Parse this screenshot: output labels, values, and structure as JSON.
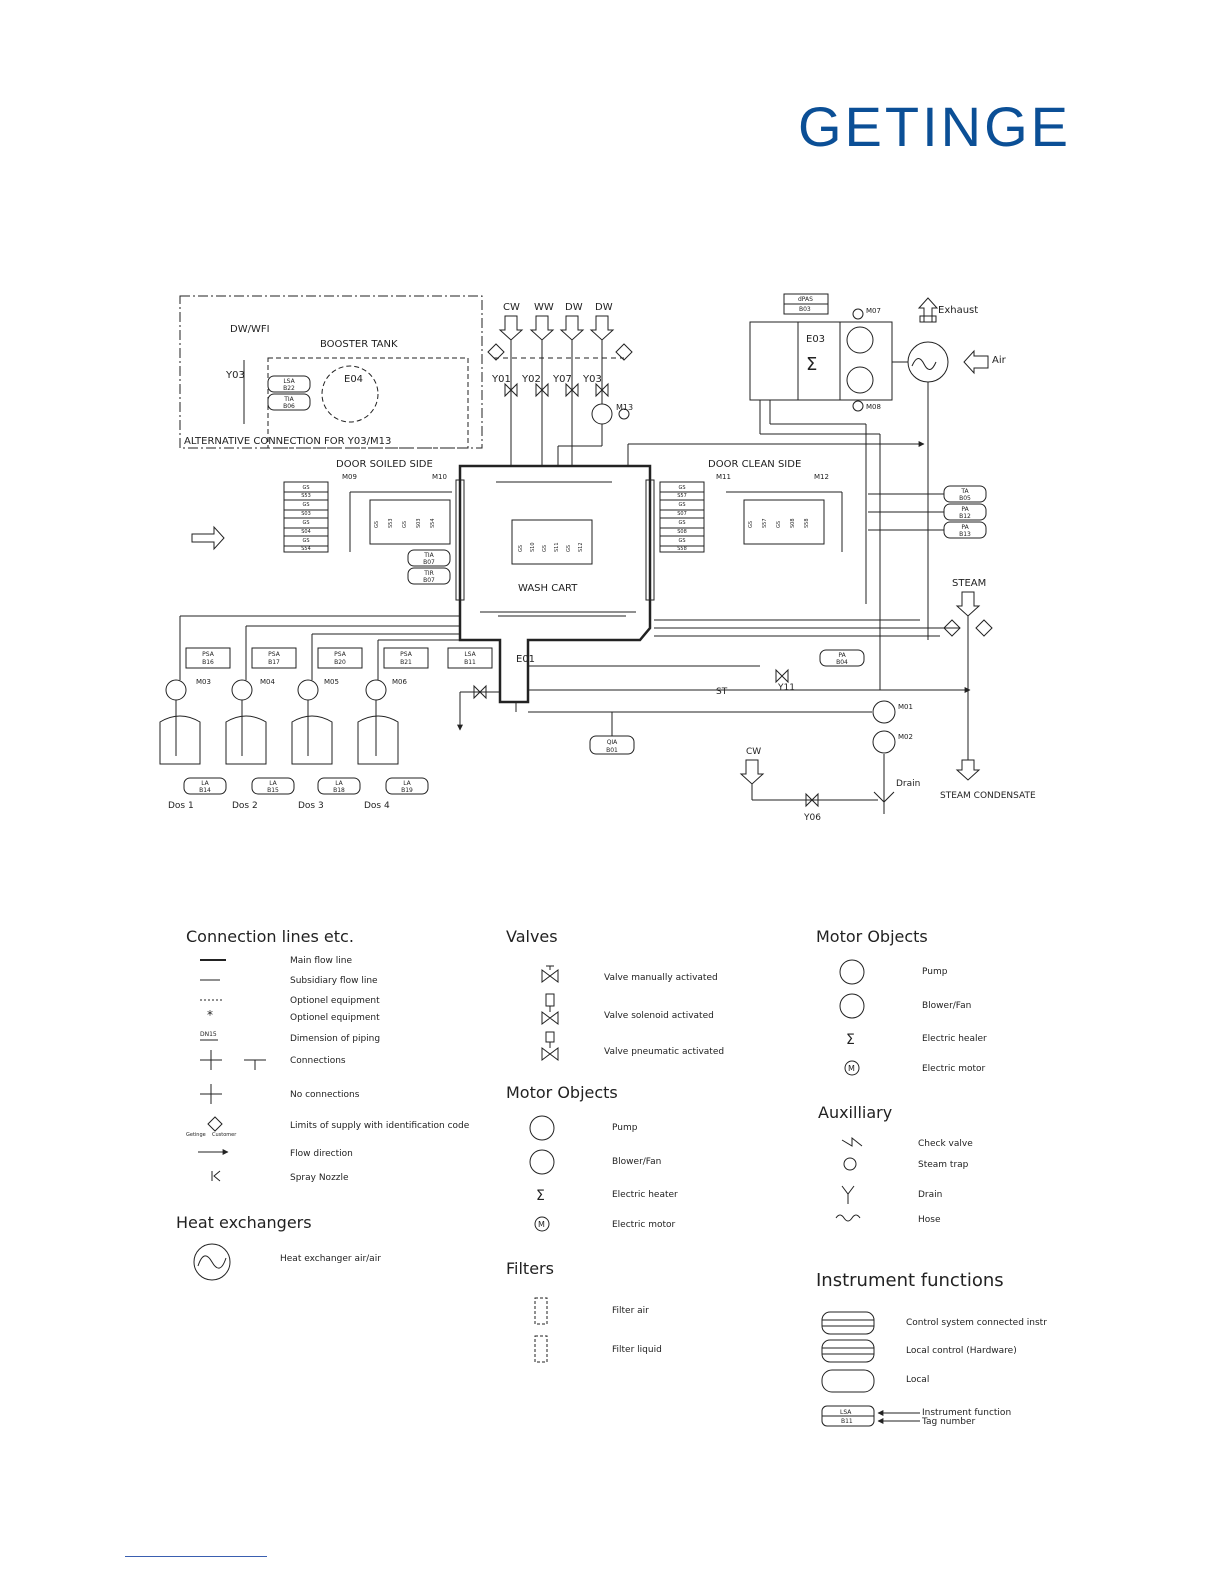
{
  "brand": {
    "logo_text": "GETINGE",
    "color": "#0b4f96"
  },
  "diagram": {
    "supplies": [
      "CW",
      "WW",
      "DW",
      "DW"
    ],
    "supply_valves": [
      "Y01",
      "Y02",
      "Y07",
      "Y03"
    ],
    "exhaust": "Exhaust",
    "air": "Air",
    "dryer_tag": {
      "fn": "dPAS",
      "num": "B03"
    },
    "dryer_heater": "E03",
    "dryer_fans": [
      "M07",
      "M08"
    ],
    "booster": {
      "dw_wfi": "DW/WFI",
      "title": "BOOSTER TANK",
      "valve": "Y03",
      "heater": "E04",
      "alt_note": "ALTERNATIVE CONNECTION FOR Y03/M13",
      "tags": [
        {
          "fn": "LSA",
          "num": "B22"
        },
        {
          "fn": "TIA",
          "num": "B06"
        }
      ]
    },
    "pump_m13": "M13",
    "door_soiled": {
      "title": "DOOR SOILED SIDE",
      "motor_a": "M09",
      "motor_b": "M10",
      "tags": [
        {
          "fn": "GS",
          "num": "S53"
        },
        {
          "fn": "GS",
          "num": "S03"
        },
        {
          "fn": "GS",
          "num": "S04"
        },
        {
          "fn": "GS",
          "num": "S54"
        }
      ],
      "sensors": [
        "GS",
        "S53",
        "GS",
        "S03",
        "S54"
      ]
    },
    "door_clean": {
      "title": "DOOR CLEAN SIDE",
      "motor_a": "M11",
      "motor_b": "M12",
      "tags": [
        {
          "fn": "GS",
          "num": "S57"
        },
        {
          "fn": "GS",
          "num": "S07"
        },
        {
          "fn": "GS",
          "num": "S08"
        },
        {
          "fn": "GS",
          "num": "S58"
        }
      ],
      "sensors": [
        "GS",
        "S57",
        "GS",
        "S08",
        "S58"
      ]
    },
    "chamber_tags": [
      {
        "fn": "TIA",
        "num": "B07"
      },
      {
        "fn": "TIR",
        "num": "B07"
      }
    ],
    "wash_cart": "WASH CART",
    "cart_sensors": [
      "GS",
      "S10",
      "GS",
      "S11",
      "GS",
      "S12"
    ],
    "right_tags": [
      {
        "fn": "TA",
        "num": "B05"
      },
      {
        "fn": "PA",
        "num": "B12"
      },
      {
        "fn": "PA",
        "num": "B13"
      }
    ],
    "steam": "STEAM",
    "tank_heater": "E01",
    "tank_level": {
      "fn": "LSA",
      "num": "B11"
    },
    "steam_valve": "Y11",
    "steam_pa": {
      "fn": "PA",
      "num": "B04"
    },
    "steam_trap": "ST",
    "circ_pumps": [
      "M01",
      "M02"
    ],
    "conductivity": {
      "fn": "QIA",
      "num": "B01"
    },
    "drain": "Drain",
    "steam_condensate": "STEAM CONDENSATE",
    "cw_bottom": "CW",
    "drain_valve": "Y06",
    "dosing": [
      {
        "label": "Dos 1",
        "motor": "M03",
        "psa": {
          "fn": "PSA",
          "num": "B16"
        },
        "la": {
          "fn": "LA",
          "num": "B14"
        }
      },
      {
        "label": "Dos 2",
        "motor": "M04",
        "psa": {
          "fn": "PSA",
          "num": "B17"
        },
        "la": {
          "fn": "LA",
          "num": "B15"
        }
      },
      {
        "label": "Dos 3",
        "motor": "M05",
        "psa": {
          "fn": "PSA",
          "num": "B20"
        },
        "la": {
          "fn": "LA",
          "num": "B18"
        }
      },
      {
        "label": "Dos 4",
        "motor": "M06",
        "psa": {
          "fn": "PSA",
          "num": "B21"
        },
        "la": {
          "fn": "LA",
          "num": "B19"
        }
      }
    ]
  },
  "legend": {
    "connection": {
      "title": "Connection lines etc.",
      "items": [
        "Main flow line",
        "Subsidiary flow line",
        "Optionel equipment",
        "Optionel equipment",
        "Dimension of piping",
        "Connections",
        "No connections",
        "Limits of supply with identification code",
        "Flow direction",
        "Spray Nozzle"
      ],
      "dn_label": "DN15",
      "getinge_label": "Getinge",
      "customer_label": "Customer"
    },
    "heat": {
      "title": "Heat exchangers",
      "items": [
        "Heat exchanger air/air"
      ]
    },
    "valves": {
      "title": "Valves",
      "items": [
        "Valve manually activated",
        "Valve solenoid activated",
        "Valve pneumatic activated"
      ]
    },
    "motor_mid": {
      "title": "Motor Objects",
      "items": [
        "Pump",
        "Blower/Fan",
        "Electric heater",
        "Electric motor"
      ]
    },
    "filters": {
      "title": "Filters",
      "items": [
        "Filter air",
        "Filter liquid"
      ]
    },
    "motor_right": {
      "title": "Motor Objects",
      "items": [
        "Pump",
        "Blower/Fan",
        "Electric healer",
        "Electric motor"
      ]
    },
    "aux": {
      "title": "Auxilliary",
      "items": [
        "Check valve",
        "Steam trap",
        "Drain",
        "Hose"
      ]
    },
    "instrument": {
      "title": "Instrument functions",
      "items": [
        "Control system connected instr",
        "Local control (Hardware)",
        "Local"
      ],
      "example": {
        "fn": "LSA",
        "num": "B11"
      },
      "pointer_fn": "Instrument function",
      "pointer_tag": "Tag number"
    }
  }
}
